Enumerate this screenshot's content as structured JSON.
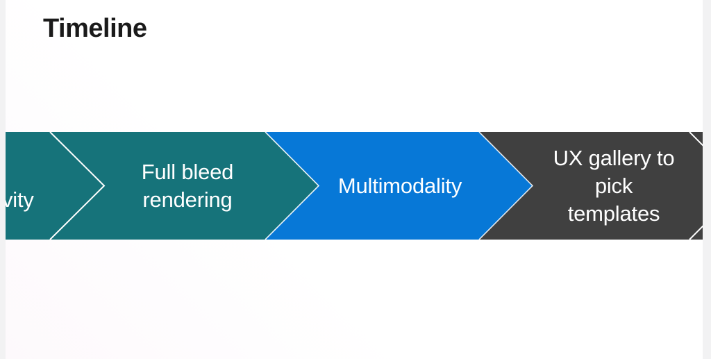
{
  "title": "Timeline",
  "colors": {
    "page_background": "#f2f2f3",
    "slide_background": "#ffffff",
    "title_text": "#1a1a1a",
    "band_text": "#ffffff"
  },
  "band": {
    "separator_color": "#ffffff",
    "segments": [
      {
        "id": "interactivity-partial",
        "color": "#16737a",
        "lines": [
          "vity"
        ]
      },
      {
        "id": "full-bleed-rendering",
        "color": "#16737a",
        "lines": [
          "Full bleed",
          "rendering"
        ]
      },
      {
        "id": "multimodality",
        "color": "#0778d7",
        "lines": [
          "Multimodality"
        ]
      },
      {
        "id": "ux-gallery",
        "color": "#404040",
        "lines": [
          "UX gallery to",
          "pick",
          "templates"
        ]
      }
    ]
  }
}
